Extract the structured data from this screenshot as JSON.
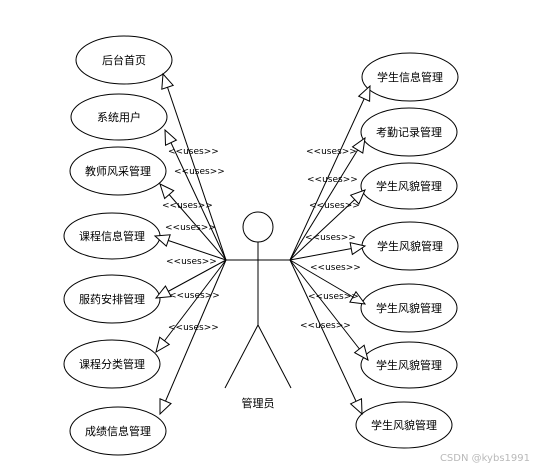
{
  "actor": {
    "label": "管理员"
  },
  "left_use_cases": [
    "后台首页",
    "系统用户",
    "教师风采管理",
    "课程信息管理",
    "服药安排管理",
    "课程分类管理",
    "成绩信息管理"
  ],
  "right_use_cases": [
    "学生信息管理",
    "考勤记录管理",
    "学生风貌管理",
    "学生风貌管理",
    "学生风貌管理",
    "学生风貌管理",
    "学生风貌管理"
  ],
  "relation_label": "<<uses>>",
  "watermark": "CSDN @kybs1991"
}
